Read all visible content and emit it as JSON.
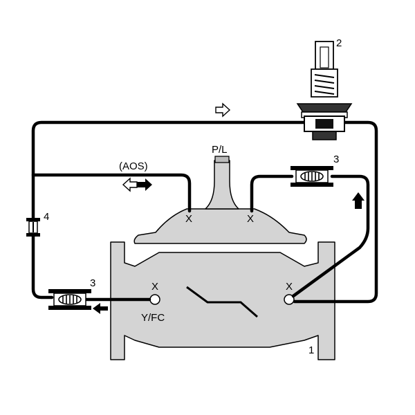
{
  "labels": {
    "pilot_number": "2",
    "top_label": "P/L",
    "aos_label": "(AOS)",
    "needle_upper_number": "3",
    "needle_lower_number": "3",
    "cock_number": "4",
    "port_left_x": "X",
    "port_right_x": "X",
    "cover_left_x": "X",
    "cover_right_x": "X",
    "yfc_label": "Y/FC",
    "valve_number": "1"
  },
  "colors": {
    "line": "#000000",
    "body_fill": "#d4d4d4",
    "background": "#ffffff"
  },
  "icons": {
    "pilot": "pressure-pilot-icon",
    "needle": "needle-valve-icon",
    "cock": "isolation-cock-icon",
    "arrow": "flow-arrow-icon"
  }
}
